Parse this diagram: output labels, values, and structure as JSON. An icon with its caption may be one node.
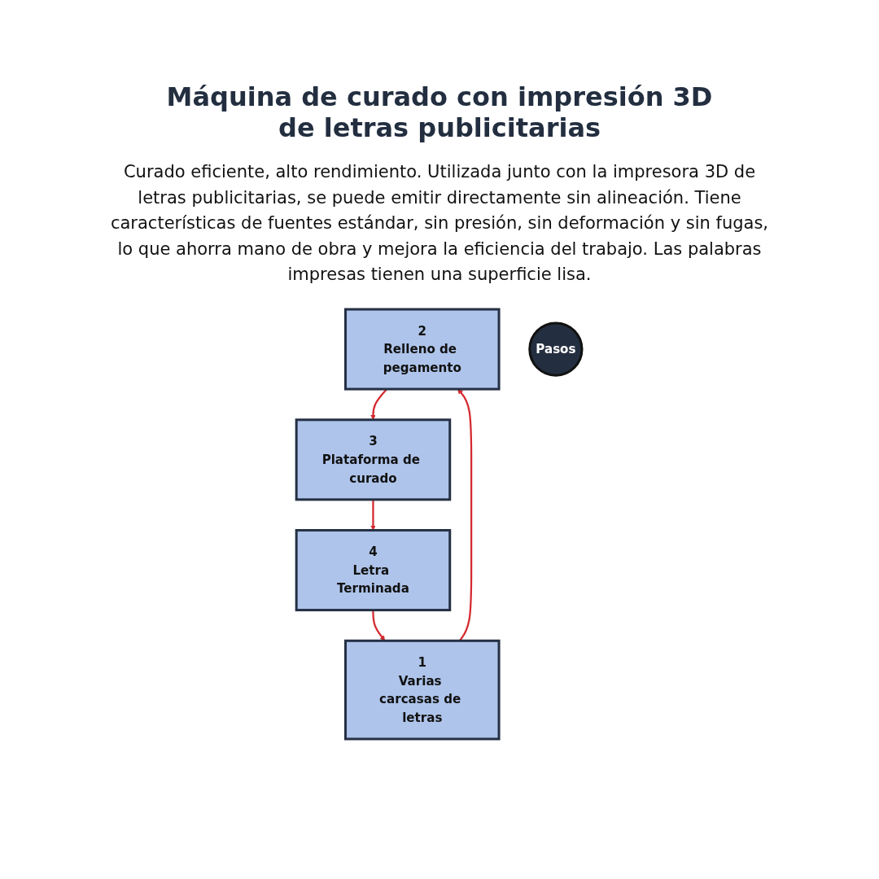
{
  "diagram": {
    "title": "Máquina de curado con impresión 3D de letras publicitarias",
    "caption": "Curado eficiente, alto rendimiento. Utilizada junto con la impresora 3D de letras publicitarias, se puede emitir directamente sin alineación. Tiene características de fuentes estándar, sin presión, sin deformación y sin fugas, lo que ahorra mano de obra y mejora la eficiencia del trabajo. Las palabras impresas tienen una superficie lisa.",
    "nodes": [
      {
        "text": [
          "2",
          "Relleno de pegamento"
        ]
      },
      {
        "text": [
          "3",
          "Plataforma de curado"
        ]
      },
      {
        "text": [
          "Pasos"
        ]
      },
      {
        "text": [
          "1",
          "Varias carcasas de letras"
        ]
      },
      {
        "text": [
          "4",
          "Letra Terminada"
        ]
      }
    ],
    "edges": [
      {
        "from": 3,
        "to": 0,
        "arrow": "to"
      },
      {
        "from": 0,
        "to": 1,
        "arrow": "to"
      },
      {
        "from": 1,
        "to": 4,
        "arrow": "to"
      },
      {
        "from": 4,
        "to": 3,
        "arrow": "to"
      }
    ]
  }
}
